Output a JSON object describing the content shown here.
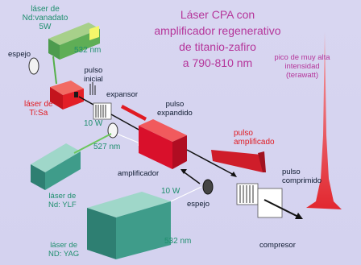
{
  "title": [
    "Láser CPA con",
    "amplificador regenerativo",
    "de titanio-zafiro",
    "a 790-810 nm"
  ],
  "labels": {
    "nd_vanadato": [
      "láser de",
      "Nd:vanadato",
      "5W"
    ],
    "wl_532_top": "532 nm",
    "espejo_top": "espejo",
    "pulso_inicial": [
      "pulso",
      "inicial"
    ],
    "tisa": [
      "láser de",
      "Ti:Sa"
    ],
    "expansor": "expansor",
    "pulso_expandido": [
      "pulso",
      "expandido"
    ],
    "power_10w_a": "10 W",
    "wl_527": "527 nm",
    "pulso_amplificado": [
      "pulso",
      "amplificado"
    ],
    "amplificador": "amplificador",
    "pulso_comprimido": [
      "pulso",
      "comprimido"
    ],
    "peak": [
      "pico de muy alta",
      "intensidad",
      "(terawatt)"
    ],
    "nd_ylf": [
      "láser de",
      "Nd: YLF"
    ],
    "power_10w_b": "10 W",
    "espejo_bottom": "espejo",
    "nd_yag": [
      "láser de",
      "ND: YAG"
    ],
    "wl_532_bottom": "532 nm",
    "compresor": "compresor"
  },
  "colors": {
    "background": "#d8d6f1",
    "title": "#b5359a",
    "green_labels": "#1f8f6e",
    "red_labels": "#e01b22",
    "teal_lasers": "#3f9c8a",
    "amplifier": "#d9102b"
  }
}
